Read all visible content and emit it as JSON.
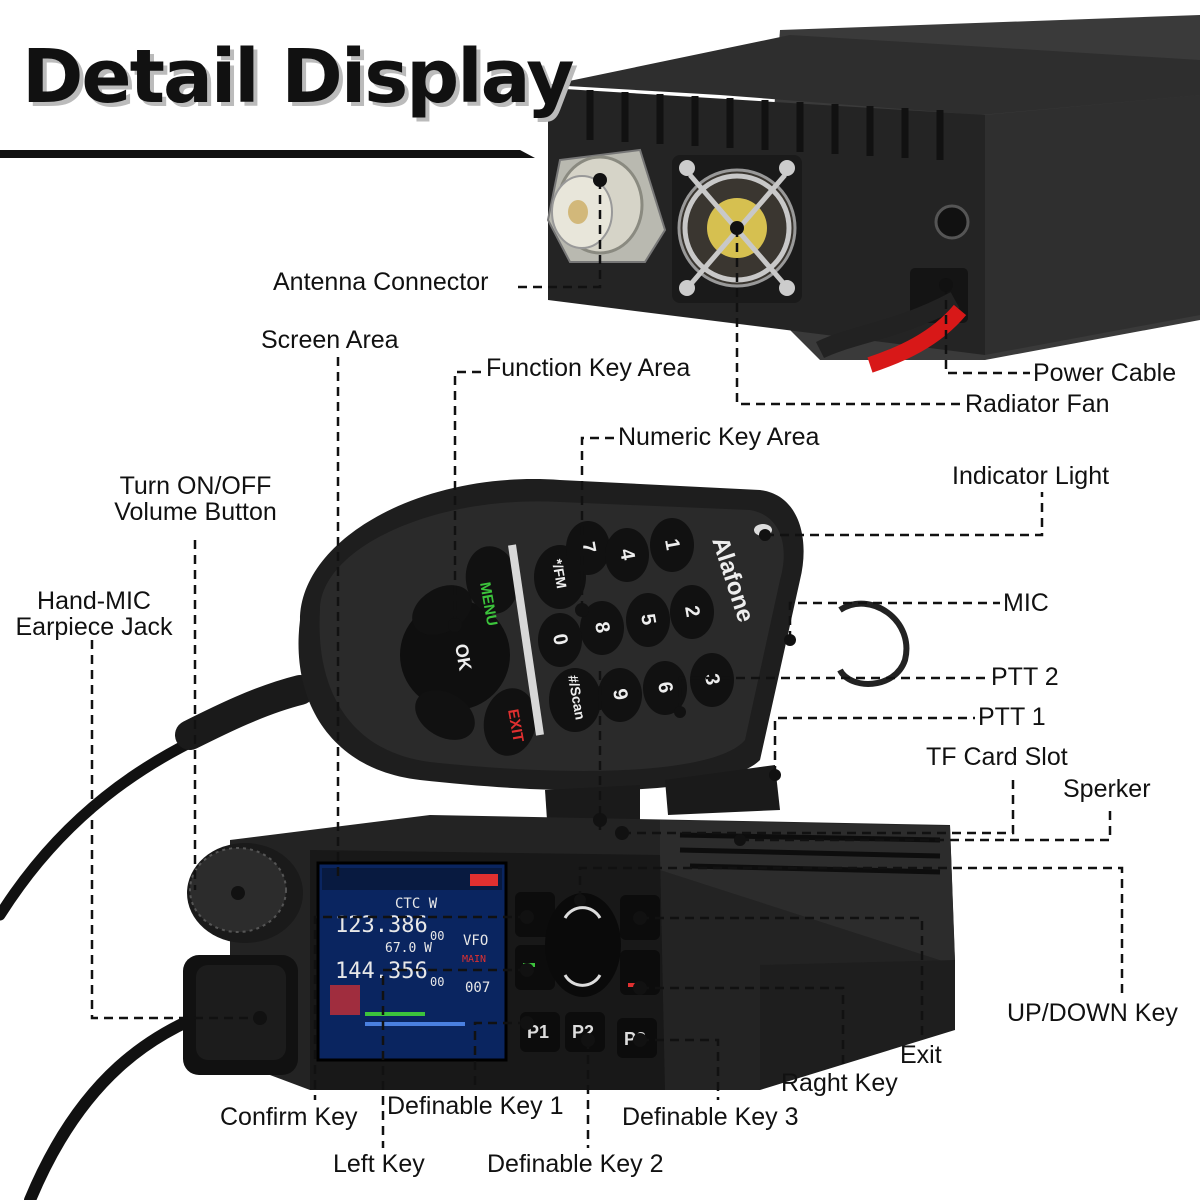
{
  "title": "Detail Display",
  "brand": "Alafone",
  "keypad": {
    "menu": "MENU",
    "ok": "OK",
    "exit": "EXIT",
    "star": "*/FM",
    "hash": "#/Scan",
    "digits": [
      "1",
      "2",
      "3",
      "4",
      "5",
      "6",
      "7",
      "8",
      "9",
      "0"
    ]
  },
  "screen": {
    "line1": "CTC W",
    "freq_a": "123.386",
    "freq_a_small": "00",
    "mode_a": "VFO",
    "power_b": "67.0 W",
    "main_badge": "MAIN",
    "freq_b": "144.356",
    "freq_b_small": "00",
    "channel_b": "007"
  },
  "panel_keys": {
    "p1": "P1",
    "p2": "P2",
    "p3": "P3"
  },
  "labels": {
    "antenna_connector": "Antenna Connector",
    "screen_area": "Screen Area",
    "function_key_area": "Function Key Area",
    "power_cable": "Power Cable",
    "radiator_fan": "Radiator Fan",
    "numeric_key_area": "Numeric Key Area",
    "turn_on_off_line1": "Turn ON/OFF",
    "turn_on_off_line2": "Volume Button",
    "indicator_light": "Indicator Light",
    "hand_mic_line1": "Hand-MIC",
    "hand_mic_line2": "Earpiece Jack",
    "mic": "MIC",
    "ptt2": "PTT 2",
    "ptt1": "PTT 1",
    "tf_card_slot": "TF Card Slot",
    "sperker": "Sperker",
    "up_down_key": "UP/DOWN Key",
    "exit": "Exit",
    "raght_key": "Raght Key",
    "definable_key_3": "Definable Key 3",
    "confirm_key": "Confirm Key",
    "definable_key_1": "Definable Key 1",
    "left_key": "Left Key",
    "definable_key_2": "Definable Key 2"
  },
  "colors": {
    "body": "#2a2a2a",
    "dark": "#141414",
    "accent_red": "#e03030",
    "accent_green": "#3cc43c",
    "screen_blue": "#0a2560"
  }
}
